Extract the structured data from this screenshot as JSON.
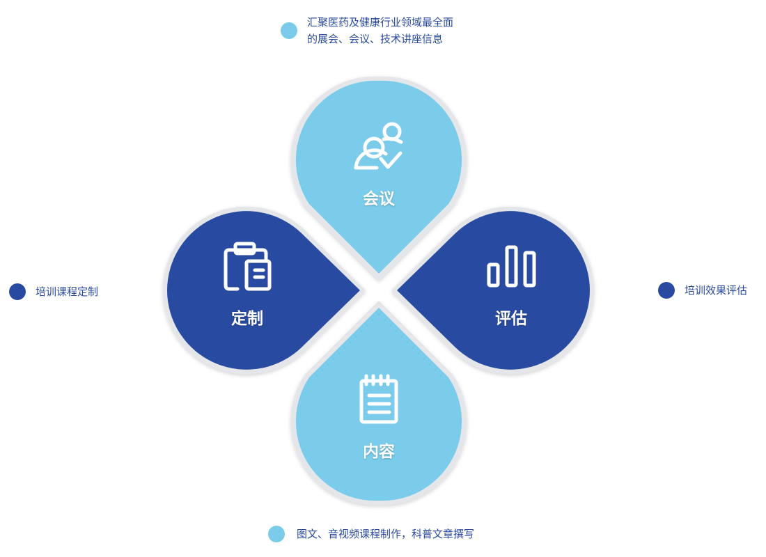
{
  "colors": {
    "light_blue": "#7accea",
    "dark_blue": "#284ba1",
    "text_blue": "#2a4a9e",
    "ring": "#e4e6e9"
  },
  "petals": [
    {
      "id": "top",
      "label": "会议",
      "icon": "people-check-icon",
      "color": "light"
    },
    {
      "id": "left",
      "label": "定制",
      "icon": "clipboard-icon",
      "color": "dark"
    },
    {
      "id": "right",
      "label": "评估",
      "icon": "bar-chart-icon",
      "color": "dark"
    },
    {
      "id": "bottom",
      "label": "内容",
      "icon": "notepad-icon",
      "color": "light"
    }
  ],
  "callouts": {
    "top": [
      "汇聚医药及健康行业领域最全面",
      "的展会、会议、技术讲座信息"
    ],
    "left": [
      "培训课程定制"
    ],
    "right": [
      "培训效果评估"
    ],
    "bottom": [
      "图文、音视频课程制作，科普文章撰写"
    ]
  }
}
